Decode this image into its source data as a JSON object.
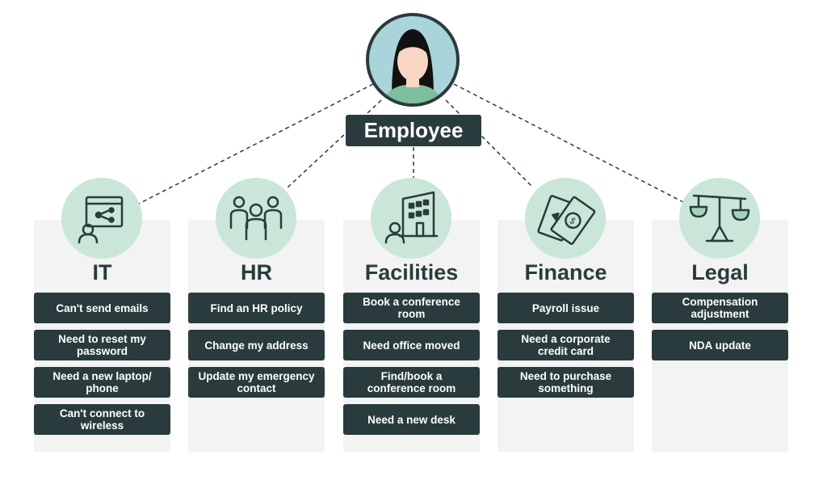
{
  "center": {
    "label": "Employee"
  },
  "departments": [
    {
      "title": "IT",
      "icon": "computer-user-icon",
      "items": [
        "Can't send emails",
        "Need to reset my password",
        "Need a new laptop/ phone",
        "Can't connect to wireless"
      ]
    },
    {
      "title": "HR",
      "icon": "people-group-icon",
      "items": [
        "Find an HR policy",
        "Change my address",
        "Update my emergency contact"
      ]
    },
    {
      "title": "Facilities",
      "icon": "building-user-icon",
      "items": [
        "Book a conference room",
        "Need office moved",
        "Find/book a conference room",
        "Need a new desk"
      ]
    },
    {
      "title": "Finance",
      "icon": "money-bills-icon",
      "items": [
        "Payroll issue",
        "Need a corporate credit card",
        "Need to purchase something"
      ]
    },
    {
      "title": "Legal",
      "icon": "scales-icon",
      "items": [
        "Compensation adjustment",
        "NDA update"
      ]
    }
  ],
  "colors": {
    "dark": "#2a3b3d",
    "mint": "#c9e6d9",
    "panel": "#f3f3f3",
    "avatar_bg": "#a9d4d9"
  }
}
